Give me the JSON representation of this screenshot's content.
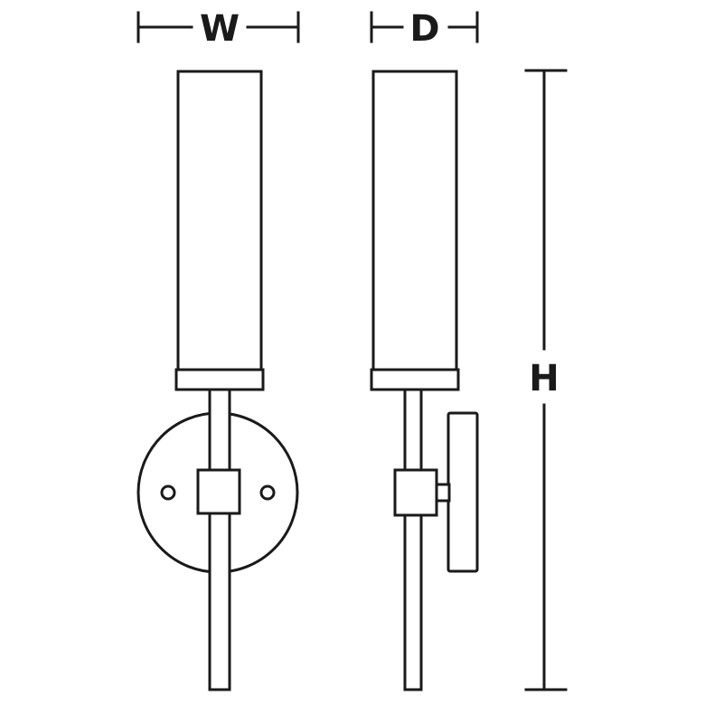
{
  "diagram": {
    "labels": {
      "width": "W",
      "depth": "D",
      "height": "H"
    },
    "colors": {
      "line": "#1a1a1a",
      "background": "#ffffff"
    }
  }
}
